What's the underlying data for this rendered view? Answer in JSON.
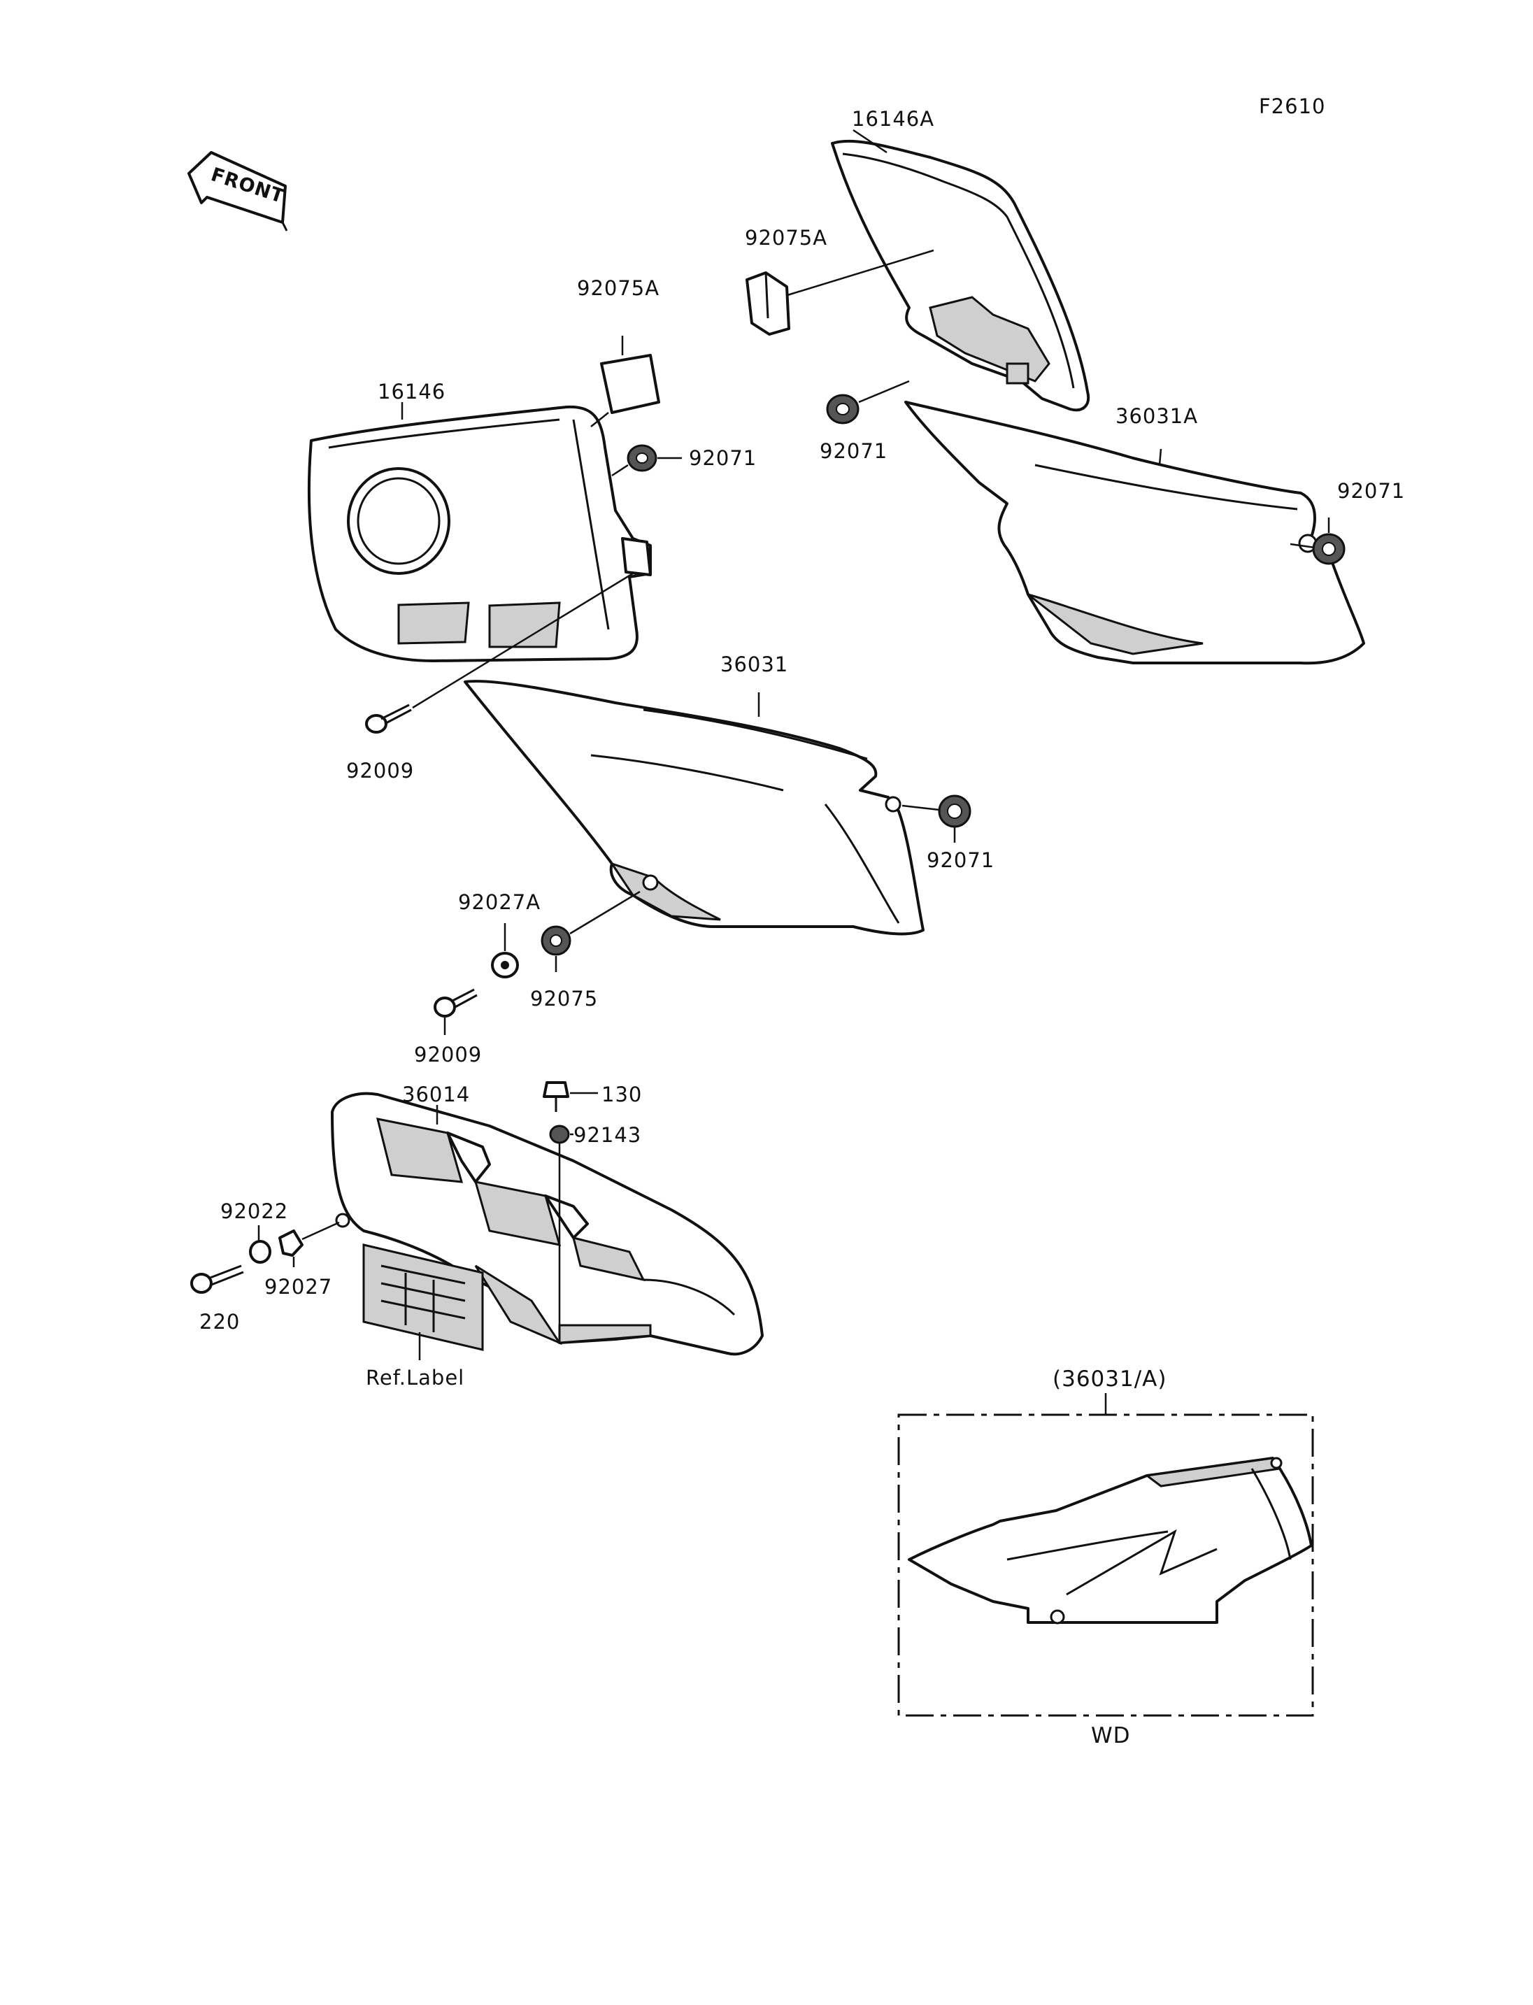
{
  "figure_code": "F2610",
  "front_marker": "FRONT",
  "labels": {
    "p16146A": "16146A",
    "p92075A_top": "92075A",
    "p92071_top": "92071",
    "p36031A": "36031A",
    "p92071_right": "92071",
    "p92075A_left": "92075A",
    "p16146": "16146",
    "p92071_left": "92071",
    "p92009_upper": "92009",
    "p36031": "36031",
    "p92071_mid": "92071",
    "p92027A": "92027A",
    "p92075": "92075",
    "p92009_lower": "92009",
    "p36014": "36014",
    "p130": "130",
    "p92143": "92143",
    "p92022": "92022",
    "p92027": "92027",
    "p220": "220",
    "ref_label": "Ref.Label",
    "inset_ref": "(36031/A)",
    "inset_variant": "WD"
  }
}
